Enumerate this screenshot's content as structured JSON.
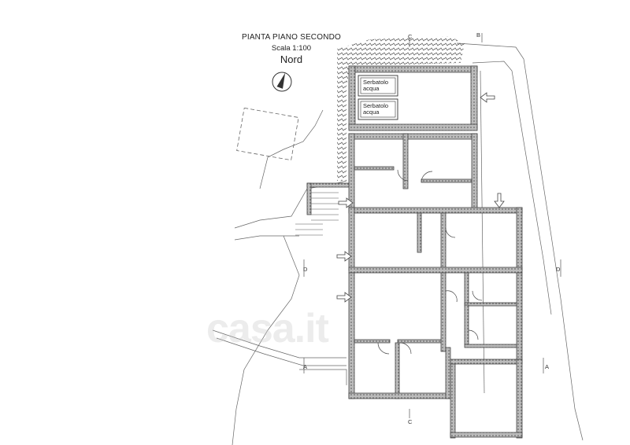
{
  "title": "PIANTA PIANO SECONDO",
  "scale": "Scala 1:100",
  "north_label": "Nord",
  "tanks": [
    {
      "line1": "Serbatolo",
      "line2": "acqua"
    },
    {
      "line1": "Serbatolo",
      "line2": "acqua"
    }
  ],
  "sections": {
    "a": "A",
    "b": "B",
    "c": "C",
    "d": "D"
  },
  "watermark": "casa.it",
  "colors": {
    "wall": "#555555",
    "line": "#666666",
    "hatch": "#444444"
  }
}
